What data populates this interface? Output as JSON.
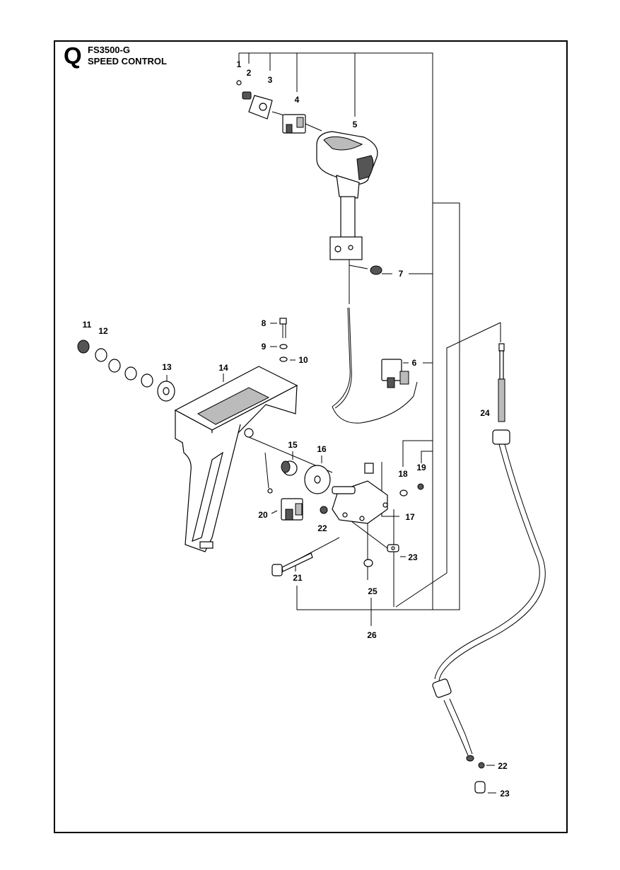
{
  "header": {
    "section_letter": "Q",
    "model": "FS3500-G",
    "title": "SPEED CONTROL"
  },
  "callouts": {
    "c1": "1",
    "c2": "2",
    "c3": "3",
    "c4": "4",
    "c5": "5",
    "c6": "6",
    "c7": "7",
    "c8": "8",
    "c9": "9",
    "c10": "10",
    "c11": "11",
    "c12": "12",
    "c13": "13",
    "c14": "14",
    "c15": "15",
    "c16": "16",
    "c17": "17",
    "c18": "18",
    "c19": "19",
    "c20": "20",
    "c21": "21",
    "c22a": "22",
    "c23a": "23",
    "c24": "24",
    "c25": "25",
    "c26": "26",
    "c22b": "22",
    "c23b": "23"
  }
}
